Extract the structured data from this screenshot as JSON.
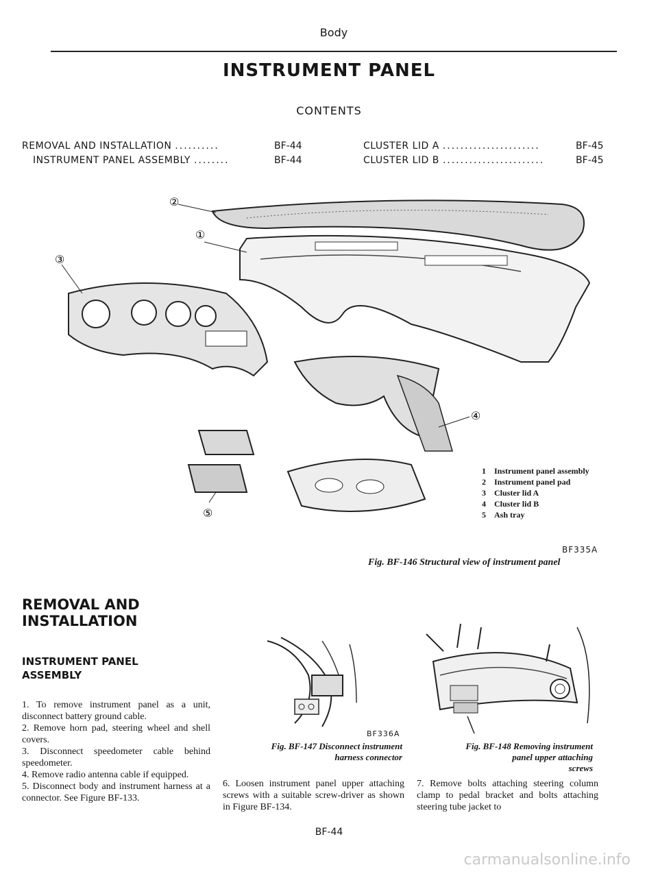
{
  "header": {
    "section": "Body"
  },
  "title": "INSTRUMENT PANEL",
  "contents": {
    "title": "CONTENTS",
    "left": [
      {
        "label": "REMOVAL AND INSTALLATION",
        "dots": "..........",
        "page": "BF-44"
      },
      {
        "label": "INSTRUMENT PANEL ASSEMBLY",
        "dots": "........",
        "page": "BF-44"
      }
    ],
    "right": [
      {
        "label": "CLUSTER LID A",
        "dots": "......................",
        "page": "BF-45"
      },
      {
        "label": "CLUSTER LID B",
        "dots": ".......................",
        "page": "BF-45"
      }
    ]
  },
  "figure_146": {
    "callouts": [
      "②",
      "①",
      "③",
      "④",
      "⑤"
    ],
    "legend": [
      {
        "num": "1",
        "label": "Instrument panel assembly"
      },
      {
        "num": "2",
        "label": "Instrument panel pad"
      },
      {
        "num": "3",
        "label": "Cluster lid A"
      },
      {
        "num": "4",
        "label": "Cluster lid B"
      },
      {
        "num": "5",
        "label": "Ash tray"
      }
    ],
    "code": "BF335A",
    "caption": "Fig. BF-146 Structural view of instrument panel"
  },
  "section": {
    "heading_line1": "REMOVAL AND",
    "heading_line2": "INSTALLATION",
    "subheading_line1": "INSTRUMENT PANEL",
    "subheading_line2": "ASSEMBLY"
  },
  "steps": {
    "s1": "1. To remove instrument panel as a unit, disconnect battery ground cable.",
    "s2": "2. Remove horn pad, steering wheel and shell covers.",
    "s3": "3. Disconnect speedometer cable behind speedometer.",
    "s4": "4. Remove radio antenna cable if equipped.",
    "s5": "5. Disconnect body and instrument harness at a connector. See Figure BF-133.",
    "s6": "6. Loosen instrument panel upper attaching screws with a suitable screw-driver as shown in Figure BF-134.",
    "s7": "7. Remove bolts attaching steering column clamp to pedal bracket and bolts attaching steering tube jacket to"
  },
  "figure_147": {
    "code": "BF336A",
    "caption_line1": "Fig. BF-147 Disconnect instrument",
    "caption_line2": "harness connector"
  },
  "figure_148": {
    "caption_line1": "Fig. BF-148 Removing instrument",
    "caption_line2": "panel upper attaching",
    "caption_line3": "screws"
  },
  "page_number": "BF-44",
  "watermark": "carmanualsonline.info"
}
